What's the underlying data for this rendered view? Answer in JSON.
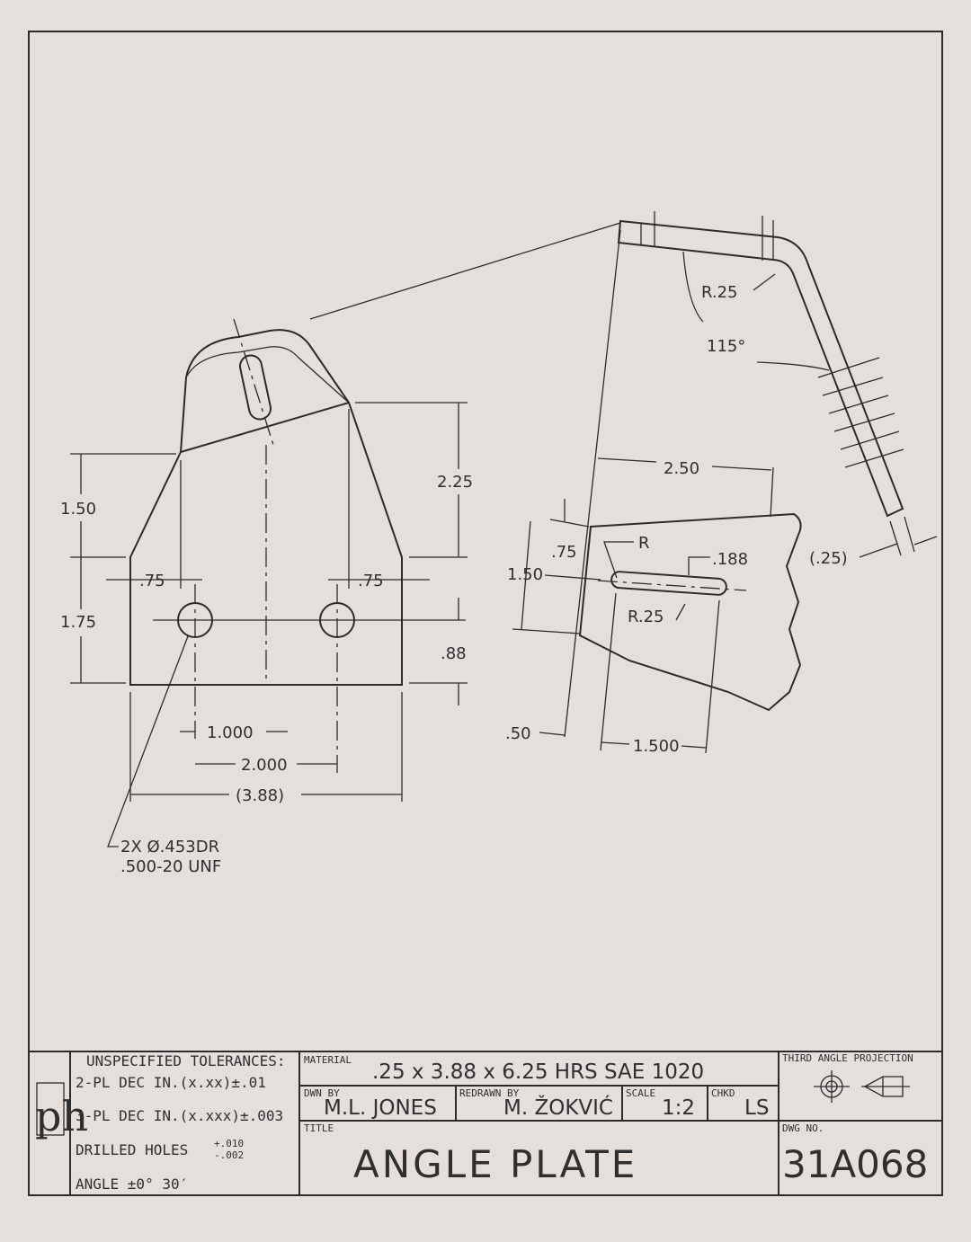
{
  "drawing": {
    "front_view": {
      "dim_left_upper": "1.50",
      "dim_left_lower": "1.75",
      "dim_75_left": ".75",
      "dim_75_right": ".75",
      "dim_225": "2.25",
      "dim_088": ".88",
      "dim_1000": "1.000",
      "dim_2000": "2.000",
      "dim_388": "(3.88)",
      "hole_note_line1": "2X Ø.453DR",
      "hole_note_line2": ".500-20 UNF"
    },
    "side_view": {
      "radius": "R.25",
      "angle": "115°",
      "thickness": "(.25)"
    },
    "detail_view": {
      "dim_250": "2.50",
      "dim_075": ".75",
      "dim_150": "1.50",
      "radius_r": "R",
      "slot_width": ".188",
      "radius_025": "R.25",
      "dim_050": ".50",
      "dim_1500": "1.500"
    }
  },
  "title_block": {
    "tolerances_header": "UNSPECIFIED TOLERANCES:",
    "tol_2pl": "2-PL DEC IN.(x.xx)±.01",
    "tol_3pl": "3-PL DEC IN.(x.xxx)±.003",
    "drilled_holes": "DRILLED HOLES",
    "drilled_plus": "+.010",
    "drilled_minus": "-.002",
    "angle_tol": "ANGLE ±0° 30′",
    "material_label": "MATERIAL",
    "material_value": ".25 x 3.88 x 6.25 HRS SAE 1020",
    "dwn_by_label": "DWN BY",
    "dwn_by_value": "M.L. JONES",
    "redrawn_by_label": "REDRAWN BY",
    "redrawn_by_value": "M. ŽOKVIĆ",
    "scale_label": "SCALE",
    "scale_value": "1:2",
    "chkd_label": "CHKD",
    "chkd_value": "LS",
    "title_label": "TITLE",
    "title_value": "ANGLE PLATE",
    "projection_label": "THIRD ANGLE PROJECTION",
    "dwg_no_label": "DWG NO.",
    "dwg_no_value": "31A068"
  }
}
